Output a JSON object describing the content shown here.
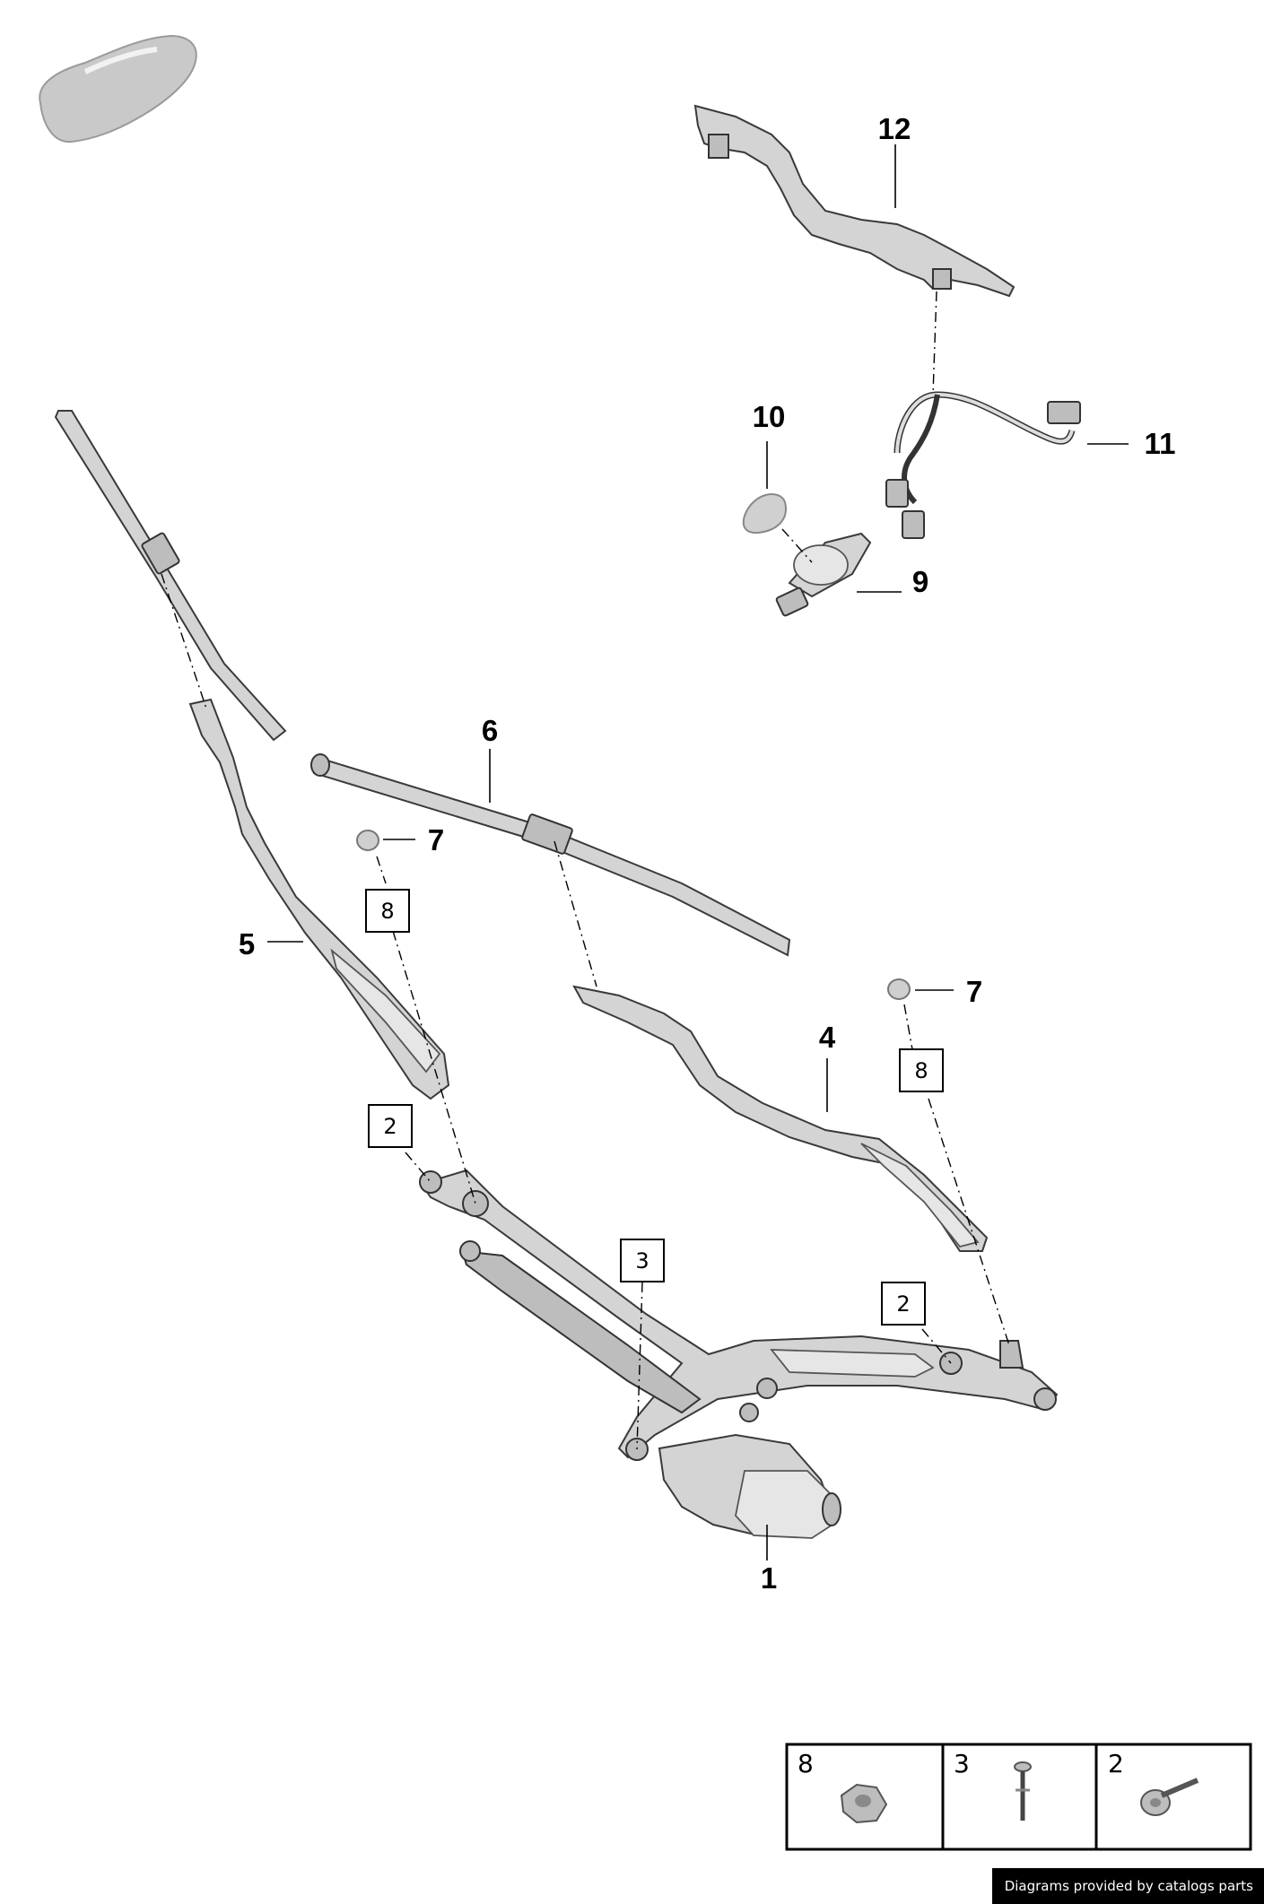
{
  "callouts": {
    "c1": "1",
    "c4": "4",
    "c5": "5",
    "c6": "6",
    "c7a": "7",
    "c7b": "7",
    "c9": "9",
    "c10": "10",
    "c11": "11",
    "c12": "12"
  },
  "boxed": {
    "b8a": "8",
    "b8b": "8",
    "b2a": "2",
    "b2b": "2",
    "b3": "3"
  },
  "legend": {
    "items": [
      {
        "number": "8",
        "icon": "hex-nut-icon"
      },
      {
        "number": "3",
        "icon": "bolt-icon"
      },
      {
        "number": "2",
        "icon": "flange-bolt-icon"
      }
    ]
  },
  "footer": {
    "credit": "Diagrams provided by catalogs parts"
  }
}
